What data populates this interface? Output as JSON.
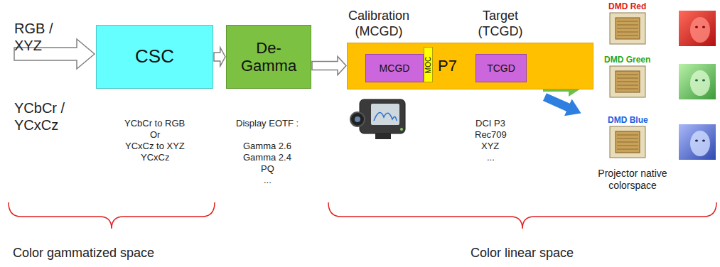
{
  "diagram": {
    "nodes": [
      {
        "text": [
          "CSC"
        ]
      },
      {
        "text": [
          "De-Gamma"
        ]
      },
      {
        "text": [
          "P7"
        ]
      },
      {
        "text": [
          "MCGD"
        ],
        "in": 2
      },
      {
        "text": [
          "MOC"
        ],
        "in": 2
      },
      {
        "text": [
          "TCGD"
        ],
        "in": 2
      }
    ],
    "edges": [
      {
        "from": 0,
        "to": 1,
        "arrow": "to"
      },
      {
        "from": 1,
        "to": 2,
        "arrow": "to"
      }
    ],
    "labels": [
      "RGB / XYZ",
      "YCbCr / YCxCz",
      "Calibration (MCGD)",
      "Target (TCGD)",
      "YCbCr to RGB",
      "Or",
      "YCxCz to XYZ",
      "YCxCz",
      "Display EOTF :",
      "Gamma 2.6",
      "Gamma 2.4",
      "PQ",
      "...",
      "DCI P3",
      "Rec709",
      "XYZ",
      "...",
      "DMD Red",
      "DMD Green",
      "DMD Blue",
      "Projector native colorspace",
      "Color gammatized space",
      "Color linear space"
    ]
  }
}
